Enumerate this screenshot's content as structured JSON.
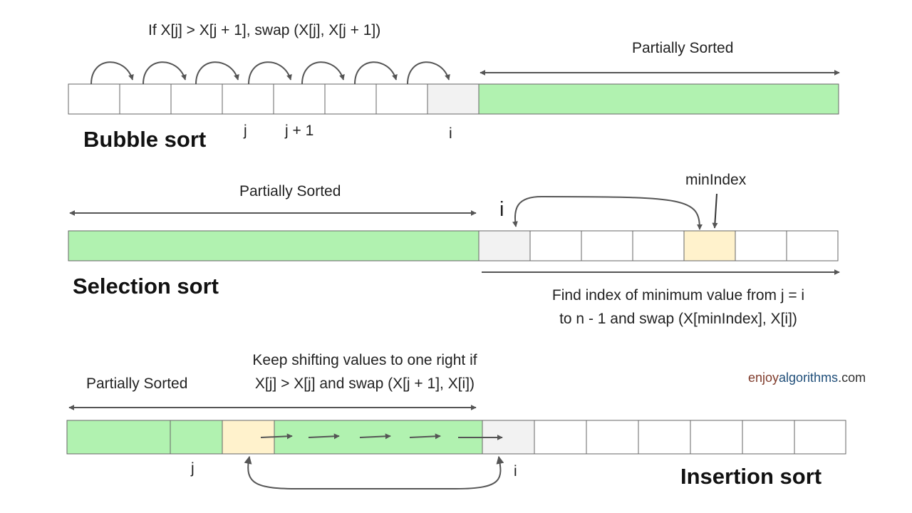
{
  "colors": {
    "sorted": "#b1f2b0",
    "current": "#f2f2f2",
    "highlight": "#fff2cc",
    "empty": "#ffffff",
    "stroke": "#666666",
    "arrow": "#555555",
    "brand_a": "#7f3b2b",
    "brand_b": "#1f4e79",
    "brand_c": "#333333"
  },
  "bubble": {
    "title": "Bubble sort",
    "rule": "If X[j] > X[j + 1], swap (X[j], X[j + 1])",
    "sorted_label": "Partially Sorted",
    "label_j": "j",
    "label_j1": "j + 1",
    "label_i": "i"
  },
  "selection": {
    "title": "Selection sort",
    "sorted_label": "Partially Sorted",
    "label_i": "i",
    "label_min": "minIndex",
    "desc_line1": "Find index of minimum value from j = i",
    "desc_line2": "to n - 1 and swap (X[minIndex], X[i])"
  },
  "insertion": {
    "title": "Insertion sort",
    "sorted_label": "Partially Sorted",
    "desc_line1": "Keep shifting values to one right if",
    "desc_line2": "X[j] > X[j] and swap (X[j + 1], X[i])",
    "label_j": "j",
    "label_i": "i"
  },
  "brand": {
    "part1": "enjoy",
    "part2": "algorithms",
    "part3": ".com"
  }
}
